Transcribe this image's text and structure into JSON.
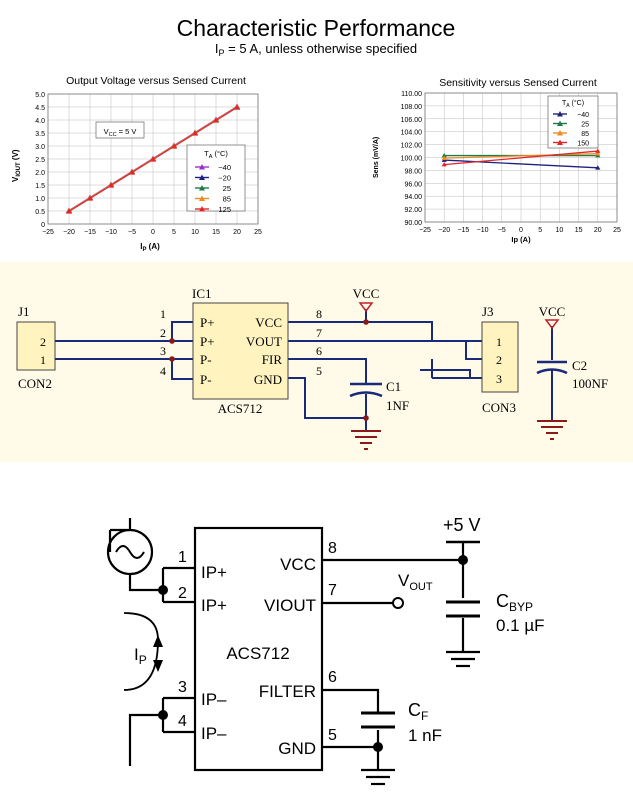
{
  "header": {
    "title": "Characteristic Performance",
    "cond_prefix": "I",
    "cond_sub": "P",
    "cond_eq": " =",
    "cond_value": "5 A",
    "cond_suffix": ", unless otherwise specified"
  },
  "colors": {
    "page_bg": "#ffffff",
    "schematic_bg": "#fffbe8",
    "part_fill": "#fff4c0",
    "wire_navy": "#1a2a7a",
    "label_dark": "#222222",
    "label_red": "#c0202a",
    "gridline": "#bbbbbb"
  },
  "chart_data": [
    {
      "type": "line",
      "title": "Output Voltage versus Sensed Current",
      "xlabel_main": "I",
      "xlabel_sub": "P",
      "xlabel_unit": " (A)",
      "ylabel_main": "V",
      "ylabel_sub": "IOUT",
      "ylabel_unit": " (V)",
      "xlim": [
        -25,
        25
      ],
      "ylim": [
        0,
        5
      ],
      "xticks": [
        "−25",
        "−20",
        "−15",
        "−10",
        "−5",
        "0",
        "5",
        "10",
        "15",
        "20",
        "25"
      ],
      "yticks": [
        "0",
        "0.5",
        "1.0",
        "1.5",
        "2.0",
        "2.5",
        "3.0",
        "3.5",
        "4.0",
        "4.5",
        "5.0"
      ],
      "grid": true,
      "annotation": "V",
      "annotation_sub": "CC",
      "annotation_rest": " = 5 V",
      "legend_title": "T",
      "legend_title_sub": "A",
      "legend_title_unit": " (°C)",
      "legend_position": "right",
      "x": [
        -20,
        -15,
        -10,
        -5,
        0,
        5,
        10,
        15,
        20
      ],
      "series": [
        {
          "name": "−40",
          "color": "#9b30c8",
          "values": [
            0.52,
            1.02,
            1.52,
            2.02,
            2.52,
            3.02,
            3.52,
            4.02,
            4.52
          ]
        },
        {
          "name": "−20",
          "color": "#202080",
          "values": [
            0.5,
            1.0,
            1.5,
            2.0,
            2.5,
            3.0,
            3.5,
            4.0,
            4.5
          ]
        },
        {
          "name": "25",
          "color": "#1e7a48",
          "values": [
            0.5,
            1.0,
            1.5,
            2.0,
            2.5,
            3.0,
            3.5,
            4.0,
            4.48
          ]
        },
        {
          "name": "85",
          "color": "#f08a20",
          "values": [
            0.5,
            1.0,
            1.5,
            2.0,
            2.5,
            3.0,
            3.5,
            4.0,
            4.5
          ]
        },
        {
          "name": "125",
          "color": "#e02828",
          "values": [
            0.48,
            0.98,
            1.48,
            1.98,
            2.48,
            2.98,
            3.48,
            3.98,
            4.48
          ]
        }
      ]
    },
    {
      "type": "line",
      "title": "Sensitivity versus Sensed Current",
      "xlabel": "Ip (A)",
      "ylabel": "Sens (mV/A)",
      "xlim": [
        -25,
        25
      ],
      "ylim": [
        90,
        110
      ],
      "xticks": [
        "−25",
        "−20",
        "−15",
        "−10",
        "−5",
        "0",
        "5",
        "10",
        "15",
        "20",
        "25"
      ],
      "yticks": [
        "90.00",
        "92.00",
        "94.00",
        "96.00",
        "98.00",
        "100.00",
        "102.00",
        "104.00",
        "106.00",
        "108.00",
        "110.00"
      ],
      "grid": true,
      "legend_title": "T",
      "legend_title_sub": "A",
      "legend_title_unit": " (°C)",
      "legend_position": "top-right",
      "x": [
        -20,
        20
      ],
      "series": [
        {
          "name": "−40",
          "color": "#202080",
          "values": [
            99.6,
            98.4
          ]
        },
        {
          "name": "25",
          "color": "#1e7a48",
          "values": [
            100.3,
            100.3
          ]
        },
        {
          "name": "85",
          "color": "#f08a20",
          "values": [
            99.9,
            100.6
          ]
        },
        {
          "name": "150",
          "color": "#e02828",
          "values": [
            98.9,
            101.0
          ]
        }
      ]
    }
  ],
  "schematic1": {
    "j1_ref": "J1",
    "j1_value": "CON2",
    "j1_pins": [
      "2",
      "1"
    ],
    "ic_ref": "IC1",
    "ic_value": "ACS712",
    "ic_left_nums": [
      "1",
      "2",
      "3",
      "4"
    ],
    "ic_left_names": [
      "P+",
      "P+",
      "P-",
      "P-"
    ],
    "ic_right_nums": [
      "8",
      "7",
      "6",
      "5"
    ],
    "ic_right_names": [
      "VCC",
      "VOUT",
      "FIR",
      "GND"
    ],
    "vcc1": "VCC",
    "c1_ref": "C1",
    "c1_value": "1NF",
    "j3_ref": "J3",
    "j3_value": "CON3",
    "j3_pins": [
      "1",
      "2",
      "3"
    ],
    "vcc2": "VCC",
    "c2_ref": "C2",
    "c2_value": "100NF"
  },
  "schematic2": {
    "ic_name": "ACS712",
    "left_nums": [
      "1",
      "2",
      "3",
      "4"
    ],
    "left_names": [
      "IP+",
      "IP+",
      "IP–",
      "IP–"
    ],
    "right_nums": [
      "8",
      "7",
      "6",
      "5"
    ],
    "right_names": [
      "VCC",
      "VIOUT",
      "FILTER",
      "GND"
    ],
    "supply": "+5 V",
    "vout_main": "V",
    "vout_sub": "OUT",
    "cbyp_main": "C",
    "cbyp_sub": "BYP",
    "cbyp_value": "0.1 µF",
    "cf_main": "C",
    "cf_sub": "F",
    "cf_value": "1 nF",
    "ip_main": "I",
    "ip_sub": "P"
  }
}
